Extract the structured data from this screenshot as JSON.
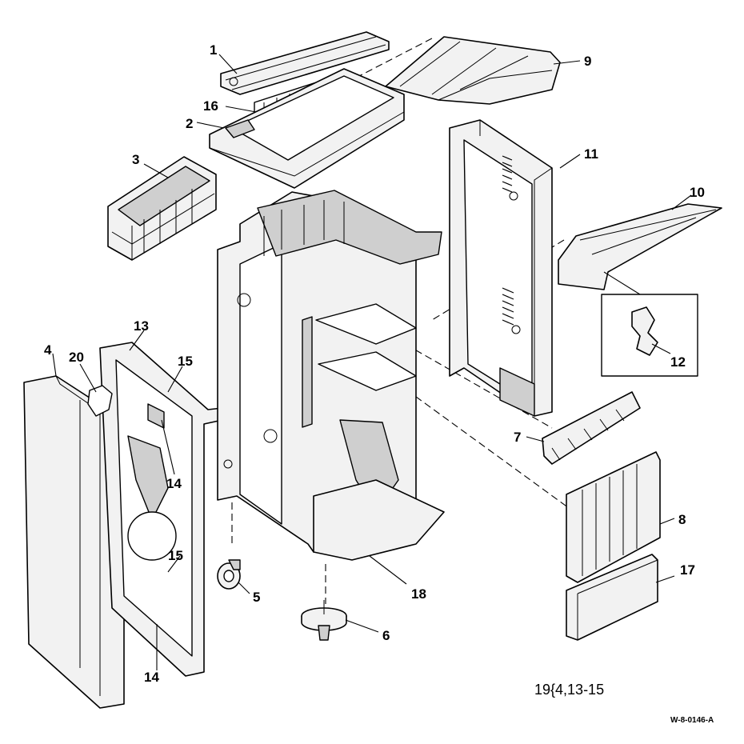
{
  "diagram": {
    "callouts": [
      {
        "id": "1",
        "text": "1"
      },
      {
        "id": "2",
        "text": "2"
      },
      {
        "id": "3",
        "text": "3"
      },
      {
        "id": "4",
        "text": "4"
      },
      {
        "id": "5",
        "text": "5"
      },
      {
        "id": "6",
        "text": "6"
      },
      {
        "id": "7",
        "text": "7"
      },
      {
        "id": "8",
        "text": "8"
      },
      {
        "id": "9",
        "text": "9"
      },
      {
        "id": "10",
        "text": "10"
      },
      {
        "id": "11",
        "text": "11"
      },
      {
        "id": "12",
        "text": "12"
      },
      {
        "id": "13",
        "text": "13"
      },
      {
        "id": "14a",
        "text": "14"
      },
      {
        "id": "14b",
        "text": "14"
      },
      {
        "id": "15a",
        "text": "15"
      },
      {
        "id": "15b",
        "text": "15"
      },
      {
        "id": "16",
        "text": "16"
      },
      {
        "id": "17",
        "text": "17"
      },
      {
        "id": "18",
        "text": "18"
      },
      {
        "id": "20",
        "text": "20"
      }
    ],
    "kit_note": "19{4,13-15",
    "figure_code": "W-8-0146-A"
  }
}
